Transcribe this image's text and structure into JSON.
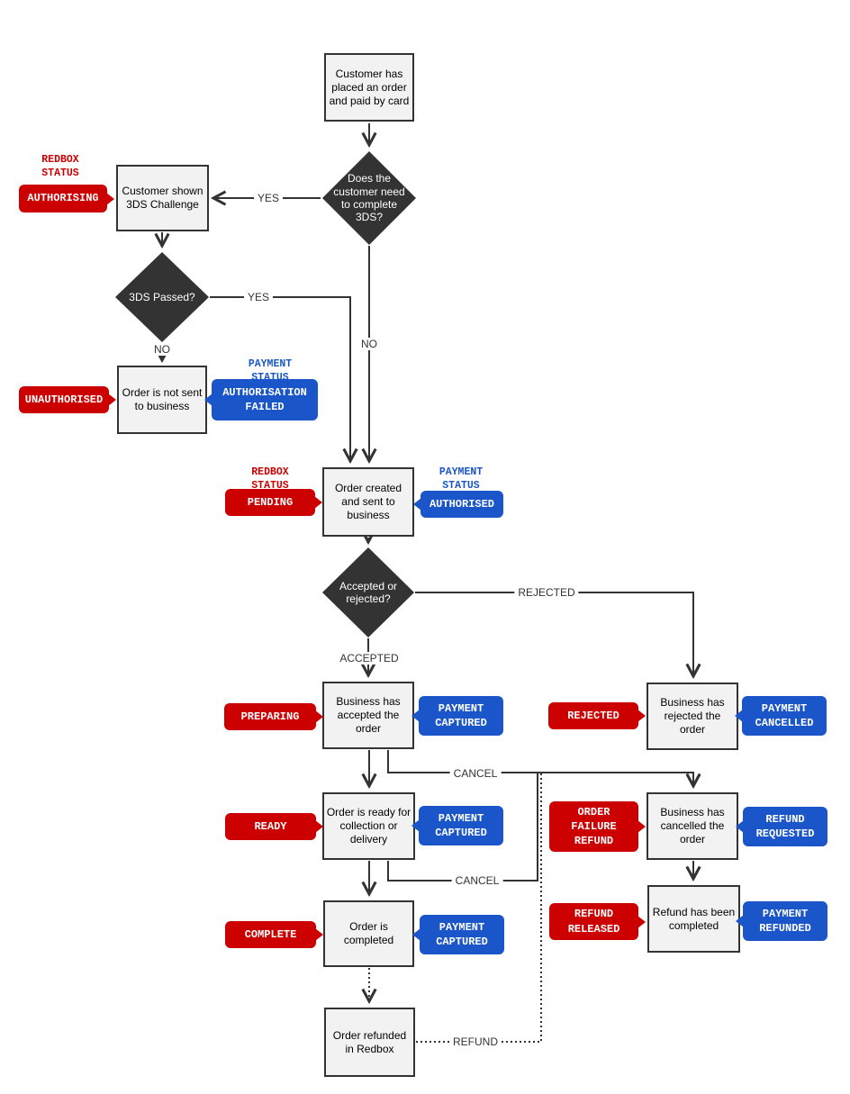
{
  "colors": {
    "red": "#cc0000",
    "blue": "#1a56c9",
    "line": "#333333",
    "box-fill": "#f2f2f2",
    "diamond": "#333333"
  },
  "nodes": {
    "start": "Customer has placed an order and paid by card",
    "shown3ds": "Customer shown 3DS Challenge",
    "notSent": "Order is not sent to business",
    "created": "Order created and sent to business",
    "accepted": "Business has accepted the order",
    "rejected": "Business has rejected the order",
    "ready": "Order is ready for collection or delivery",
    "cancelled": "Business has cancelled the order",
    "completed": "Order is completed",
    "refundDone": "Refund has been completed",
    "refundedRedbox": "Order refunded in Redbox"
  },
  "decisions": {
    "need3ds": "Does the customer need to complete 3DS?",
    "passed3ds": "3DS Passed?",
    "acceptReject": "Accepted or rejected?"
  },
  "headers": {
    "redbox": "REDBOX STATUS",
    "payment": "PAYMENT STATUS"
  },
  "badges": {
    "authorising": "AUTHORISING",
    "unauthorised": "UNAUTHORISED",
    "authorisationFailed": "AUTHORISATION FAILED",
    "pending": "PENDING",
    "authorised": "AUTHORISED",
    "preparing": "PREPARING",
    "paymentCaptured": "PAYMENT CAPTURED",
    "rejected": "REJECTED",
    "paymentCancelled": "PAYMENT CANCELLED",
    "ready": "READY",
    "orderFailureRefund": "ORDER FAILURE REFUND",
    "refundRequested": "REFUND REQUESTED",
    "complete": "COMPLETE",
    "refundReleased": "REFUND RELEASED",
    "paymentRefunded": "PAYMENT REFUNDED"
  },
  "edges": {
    "yes": "YES",
    "no": "NO",
    "accepted": "ACCEPTED",
    "rejected": "REJECTED",
    "cancel": "CANCEL",
    "refund": "REFUND"
  }
}
